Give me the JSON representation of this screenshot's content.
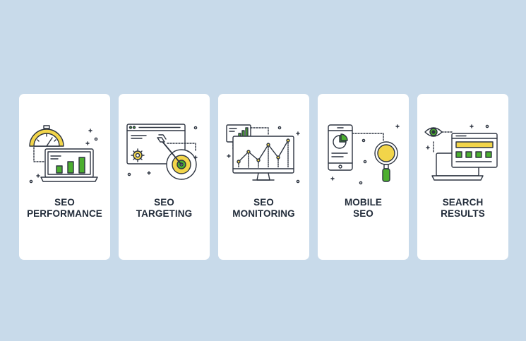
{
  "colors": {
    "background": "#c8daea",
    "card": "#ffffff",
    "outline": "#2d3440",
    "green": "#4caf2f",
    "yellow": "#f2d54a",
    "text": "#222c3a"
  },
  "cards": [
    {
      "line1": "SEO",
      "line2": "PERFORMANCE",
      "icon": "stopwatch-laptop-chart-icon"
    },
    {
      "line1": "SEO",
      "line2": "TARGETING",
      "icon": "browser-target-arrow-icon"
    },
    {
      "line1": "SEO",
      "line2": "MONITORING",
      "icon": "monitor-line-chart-icon"
    },
    {
      "line1": "MOBILE",
      "line2": "SEO",
      "icon": "smartphone-magnifier-icon"
    },
    {
      "line1": "SEARCH",
      "line2": "RESULTS",
      "icon": "eye-laptop-search-results-icon"
    }
  ]
}
